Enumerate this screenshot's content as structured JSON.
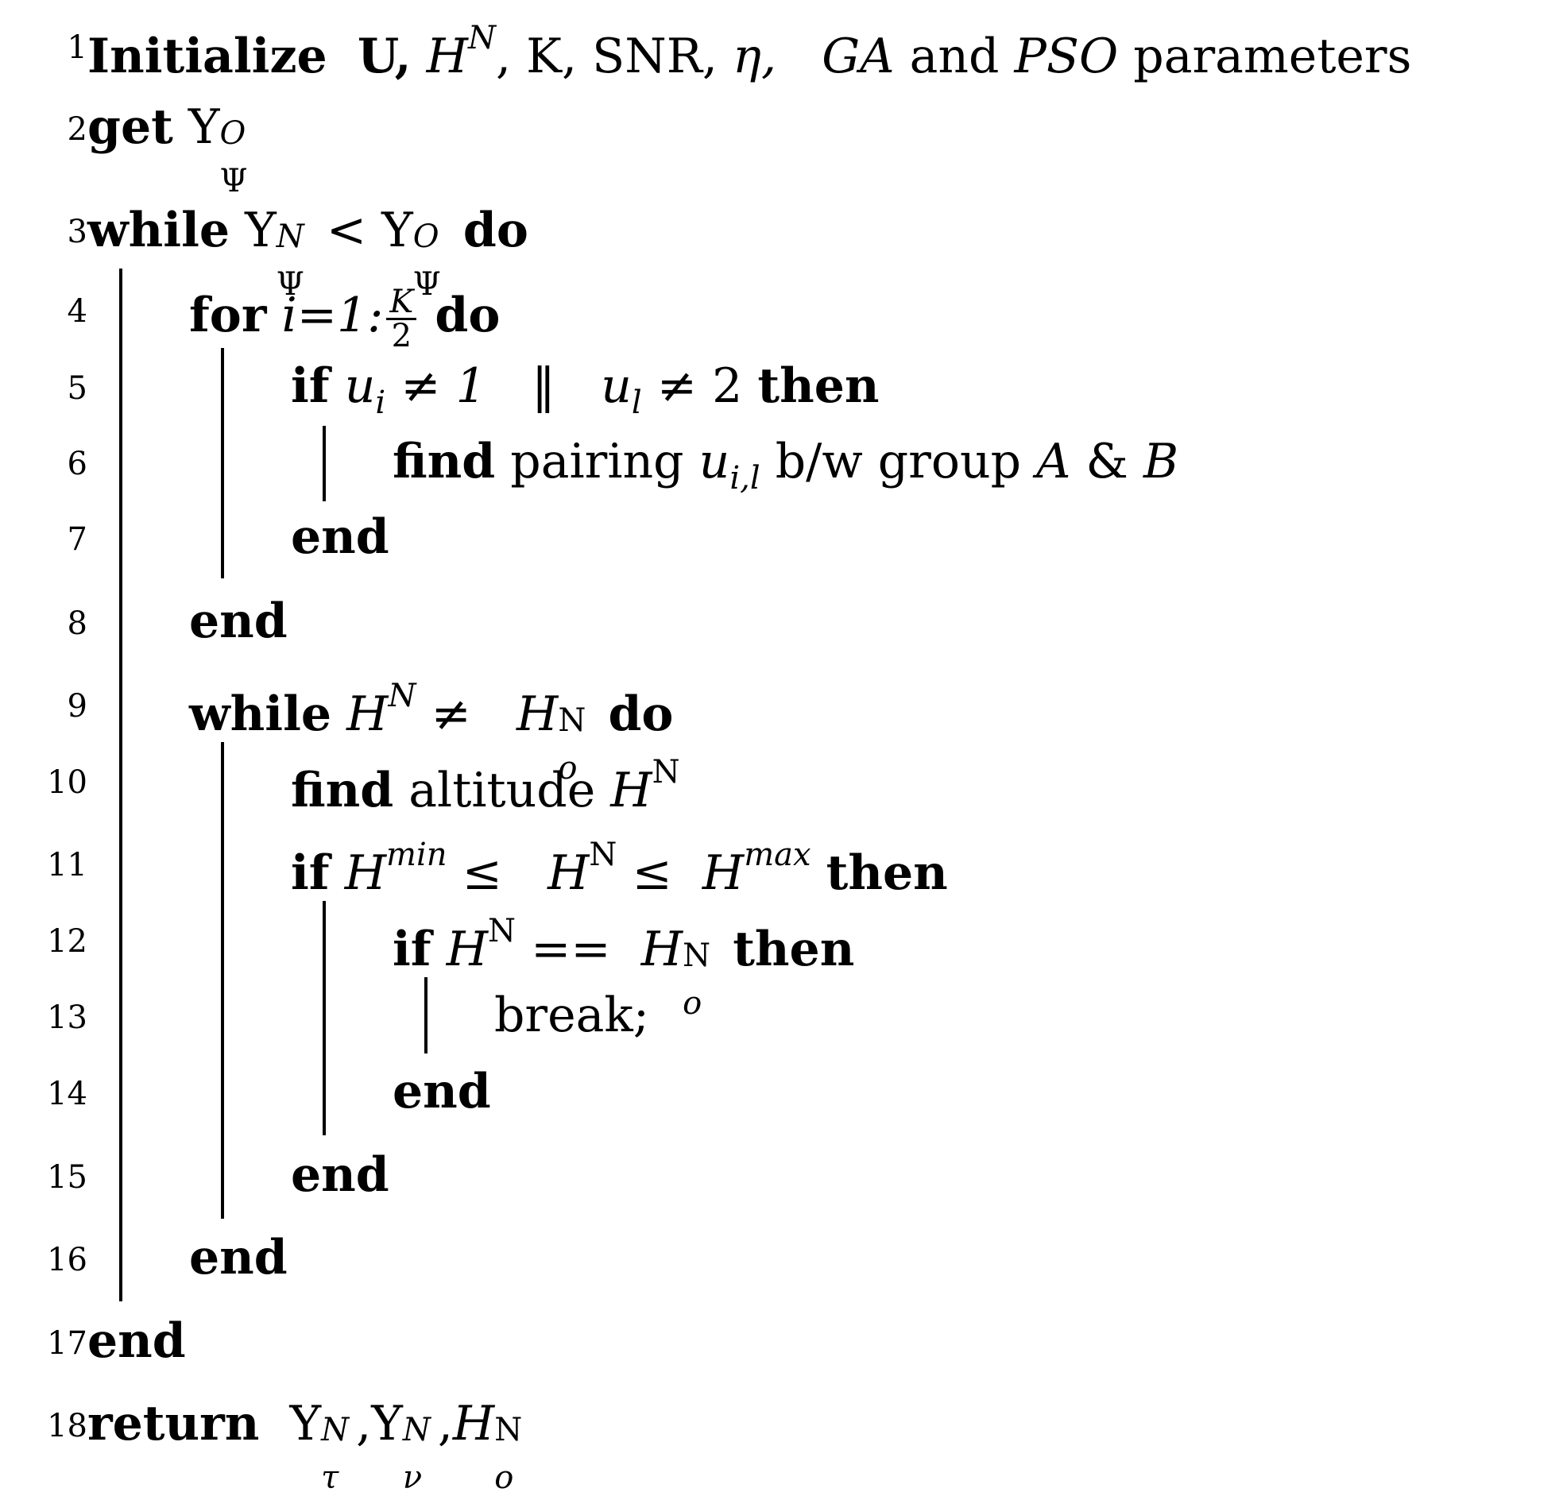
{
  "lines": [
    {
      "n": "1",
      "text": "Initialize  U, H^N, K, SNR, η,   GA and PSO parameters"
    },
    {
      "n": "2",
      "text": "get Υ_Ψ^O"
    },
    {
      "n": "3",
      "text": "while Υ_Ψ^N < Υ_Ψ^O do"
    },
    {
      "n": "4",
      "text": "for i=1: K/2 do"
    },
    {
      "n": "5",
      "text": "if u_i ≠ 1   ‖   u_l ≠ 2 then"
    },
    {
      "n": "6",
      "text": "find pairing u_{i,l} b/w group A & B"
    },
    {
      "n": "7",
      "text": "end"
    },
    {
      "n": "8",
      "text": "end"
    },
    {
      "n": "9",
      "text": "while H^N ≠   H_o^N do"
    },
    {
      "n": "10",
      "text": "find altitude H^N"
    },
    {
      "n": "11",
      "text": "if H^min ≤   H^N ≤  H^max then"
    },
    {
      "n": "12",
      "text": "if H^N == H_o^N then"
    },
    {
      "n": "13",
      "text": "break;"
    },
    {
      "n": "14",
      "text": "end"
    },
    {
      "n": "15",
      "text": "end"
    },
    {
      "n": "16",
      "text": "end"
    },
    {
      "n": "17",
      "text": "end"
    },
    {
      "n": "18",
      "text": "return  Υ_τ^N, Υ_ν^N, H_o^N"
    }
  ],
  "tokens": {
    "initialize": "Initialize",
    "U": "U,",
    "H": "H",
    "N": "N",
    "K_param": ", K, SNR,",
    "eta": "η,",
    "GA": "GA",
    "and": "and",
    "PSO": "PSO",
    "parameters": "parameters",
    "get": "get",
    "Upsilon": "Υ",
    "Psi": "Ψ",
    "O": "O",
    "while": "while",
    "lt": "<",
    "do": "do",
    "for": "for",
    "for_iter": "i=1:",
    "K": "K",
    "two": "2",
    "if": "if",
    "u": "u",
    "i": "i",
    "l": "l",
    "neq": "≠",
    "one": "1",
    "or": "‖",
    "then": "then",
    "find": "find",
    "pairing": "pairing",
    "il": "i,l",
    "bw_group": "b/w group",
    "A": "A",
    "amp": "&",
    "B": "B",
    "end": "end",
    "o": "o",
    "altitude": "altitude",
    "min": "min",
    "max": "max",
    "leq": "≤",
    "eqeq": "==",
    "break": "break;",
    "return": "return",
    "tau": "τ",
    "nu": "ν",
    "comma": ","
  }
}
